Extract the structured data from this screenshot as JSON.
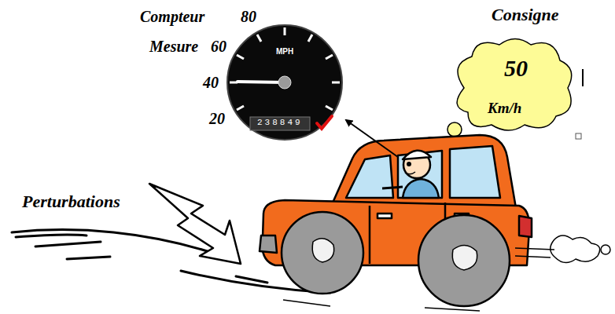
{
  "diagram": {
    "nodes": [
      {
        "text": [
          "50",
          "Km/h"
        ]
      }
    ],
    "labels": [
      "Compteur",
      "80",
      "Mesure",
      "60",
      "40",
      "20",
      "MPH",
      "238849",
      "Consigne",
      "Perturbations"
    ]
  }
}
